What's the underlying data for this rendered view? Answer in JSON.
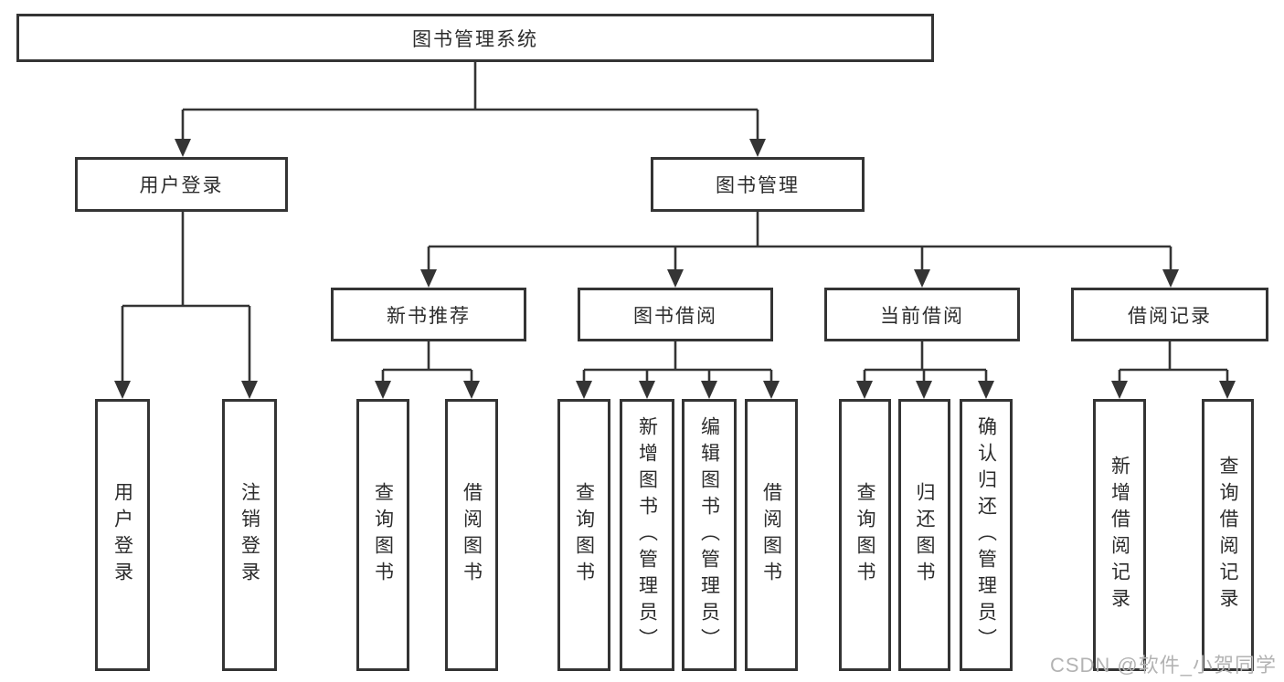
{
  "colors": {
    "line": "#343434",
    "box_border": "#343434",
    "text": "#2c2c2c",
    "background": "#ffffff",
    "watermark": "#b3b3b3"
  },
  "diagram": {
    "root": "图书管理系统",
    "level2": {
      "user_login": "用户登录",
      "book_management": "图书管理"
    },
    "level3": {
      "new_book_recommend": "新书推荐",
      "book_borrow": "图书借阅",
      "current_borrow": "当前借阅",
      "borrow_records": "借阅记录"
    },
    "leaves": {
      "user_login": [
        "用户登录",
        "注销登录"
      ],
      "new_book_recommend": [
        "查询图书",
        "借阅图书"
      ],
      "book_borrow": [
        "查询图书",
        "新增图书（管理员）",
        "编辑图书（管理员）",
        "借阅图书"
      ],
      "current_borrow": [
        "查询图书",
        "归还图书",
        "确认归还（管理员）"
      ],
      "borrow_records": [
        "新增借阅记录",
        "查询借阅记录"
      ]
    }
  },
  "watermark": "CSDN @软件_小贺同学"
}
